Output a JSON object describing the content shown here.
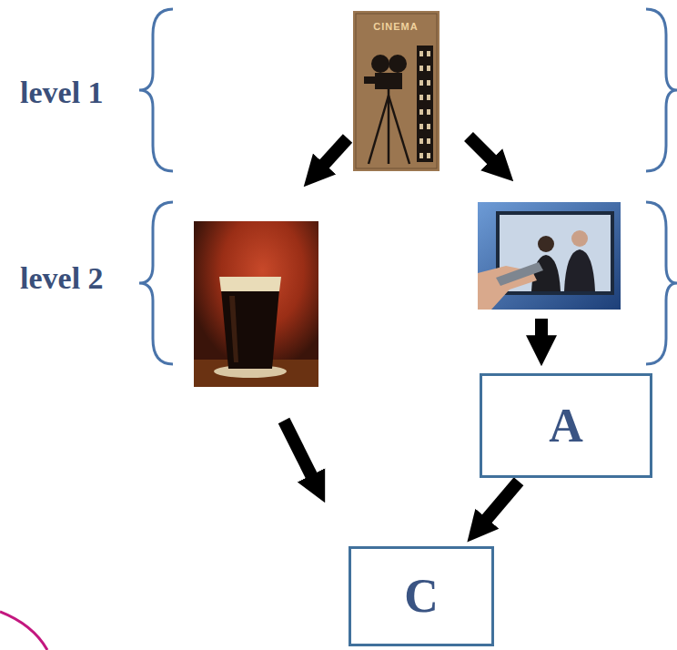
{
  "diagram": {
    "nodes": [
      {
        "text": [
          "A"
        ]
      },
      {
        "text": [
          "C"
        ]
      }
    ],
    "edges": [
      {
        "from": 0,
        "to": 1,
        "arrow": "to"
      }
    ],
    "labels": [
      "level 1",
      "level 2",
      "CINEMA"
    ]
  }
}
